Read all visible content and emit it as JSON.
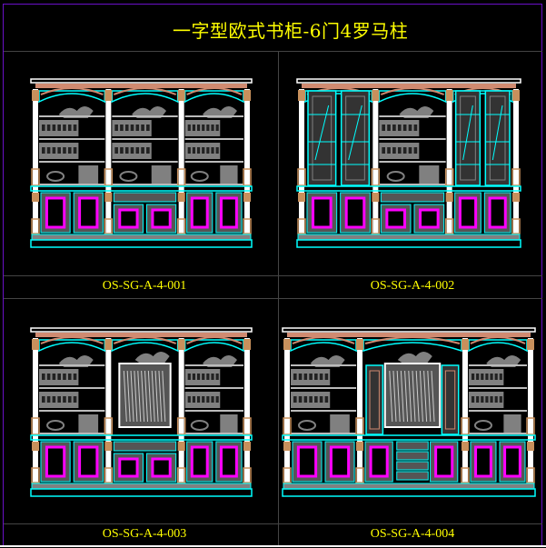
{
  "title": "一字型欧式书柜-6门4罗马柱",
  "drawings": [
    {
      "code": "OS-SG-A-4-001",
      "upper_bays": [
        "open-shelf",
        "open-shelf",
        "open-shelf"
      ],
      "lower_center": "drawer-over-doors"
    },
    {
      "code": "OS-SG-A-4-002",
      "upper_bays": [
        "glass-doors",
        "open-shelf",
        "glass-doors"
      ],
      "lower_center": "drawer-over-doors"
    },
    {
      "code": "OS-SG-A-4-003",
      "upper_bays": [
        "open-shelf",
        "picture-frame",
        "open-shelf"
      ],
      "lower_center": "drawer-over-doors"
    },
    {
      "code": "OS-SG-A-4-004",
      "upper_bays": [
        "open-shelf",
        "picture-frame-with-glass",
        "open-shelf"
      ],
      "lower_center": "doors-with-drawer-stack"
    }
  ],
  "colors": {
    "cyan": "#00ffff",
    "magenta": "#ff00ff",
    "gray": "#808080",
    "tan": "#c8905c",
    "salmon": "#d08a70",
    "white": "#ffffff",
    "text": "#ffff00"
  }
}
